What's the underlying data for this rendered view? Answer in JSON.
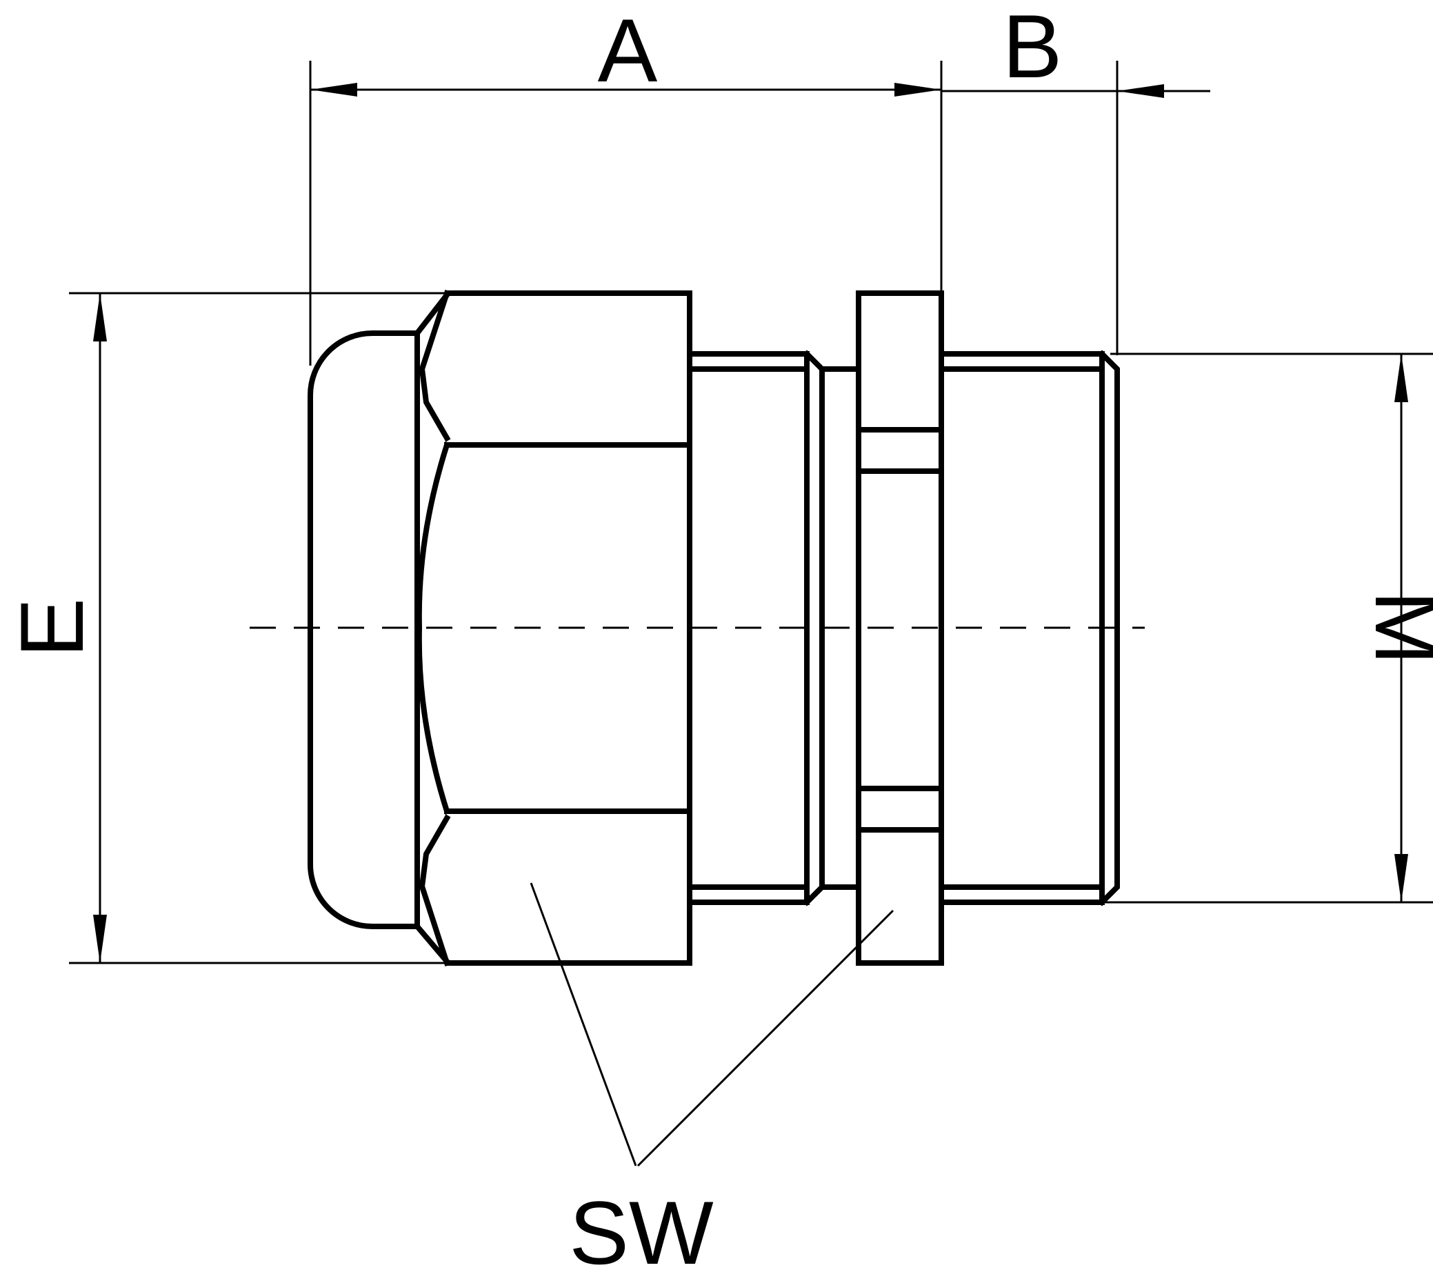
{
  "drawing": {
    "colors": {
      "line": "#000000",
      "background": "#ffffff"
    },
    "labels": {
      "A": "A",
      "B": "B",
      "E": "E",
      "M": "M",
      "SW": "SW"
    }
  }
}
